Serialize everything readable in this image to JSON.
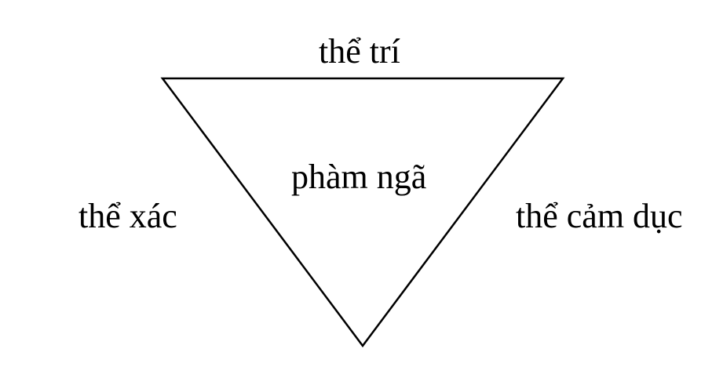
{
  "labels": {
    "top": "thể trí",
    "center": "phàm ngã",
    "left": "thể xác",
    "right": "thể cảm dục"
  },
  "colors": {
    "background": "#ffffff",
    "stroke": "#000000",
    "text": "#000000"
  },
  "shape": "inverted-triangle"
}
